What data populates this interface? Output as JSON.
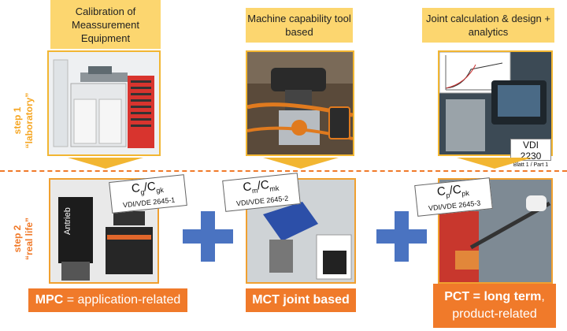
{
  "top": {
    "step_label": "step 1",
    "step_sub": "“laboratory”",
    "columns": [
      {
        "title": "Calibration of Meassurement Equipment"
      },
      {
        "title": "Machine capability tool based"
      },
      {
        "title": "Joint calculation & design + analytics"
      }
    ],
    "vdi": {
      "code": "VDI 2230",
      "part": "Blatt 1 / Part 1"
    }
  },
  "bottom": {
    "step_label": "step 2",
    "step_sub": "“real life”",
    "photo1_text": "Antrieb",
    "tags": [
      {
        "symbol": "C",
        "sub1": "g",
        "sep": "/C",
        "sub2": "gk",
        "norm": "VDI/VDE 2645-1"
      },
      {
        "symbol": "C",
        "sub1": "m",
        "sep": "/C",
        "sub2": "mk",
        "norm": "VDI/VDE 2645-2"
      },
      {
        "symbol": "C",
        "sub1": "p",
        "sep": "/C",
        "sub2": "pk",
        "norm": "VDI/VDE 2645-3"
      }
    ],
    "results": [
      {
        "bold": "MPC",
        "rest": " = application-related"
      },
      {
        "bold": "MCT joint based",
        "rest": ""
      },
      {
        "bold": "PCT = long term",
        "rest": ", product-related"
      }
    ]
  },
  "colors": {
    "header_fill": "#fcd66f",
    "accent_orange": "#f07a2a",
    "step1_color": "#f5a623",
    "plus_blue": "#4a73c1"
  }
}
